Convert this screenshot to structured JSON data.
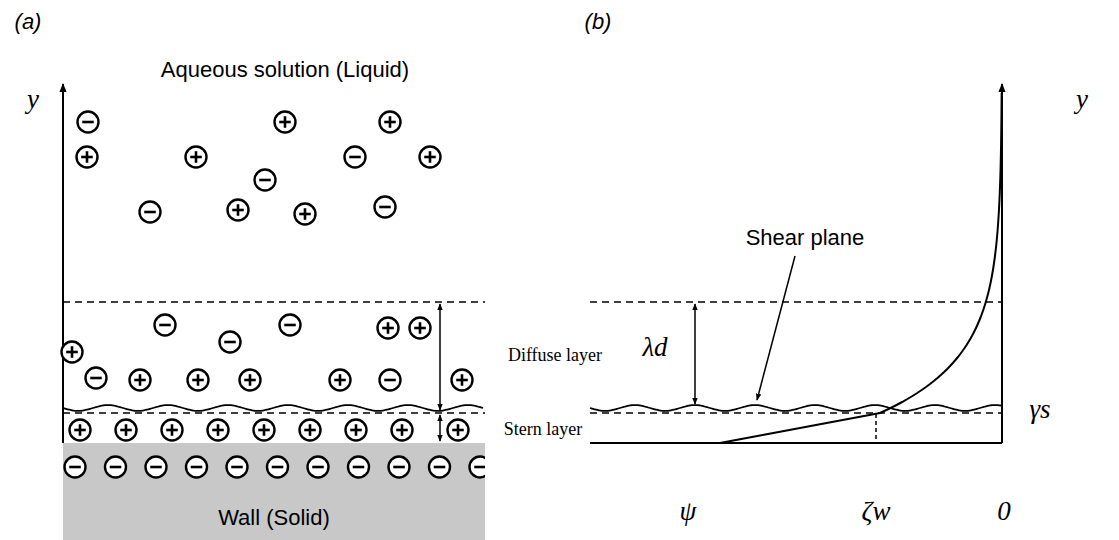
{
  "diagram": {
    "nodes": [
      {
        "text": [
          "Wall (Solid)"
        ]
      }
    ],
    "labels": [
      "(a)",
      "(b)",
      "y",
      "Aqueous solution (Liquid)",
      "Diffuse layer",
      "Stern layer",
      "y",
      "Shear plane",
      "λd",
      "γs",
      "ψ",
      "ζw",
      "0"
    ]
  }
}
